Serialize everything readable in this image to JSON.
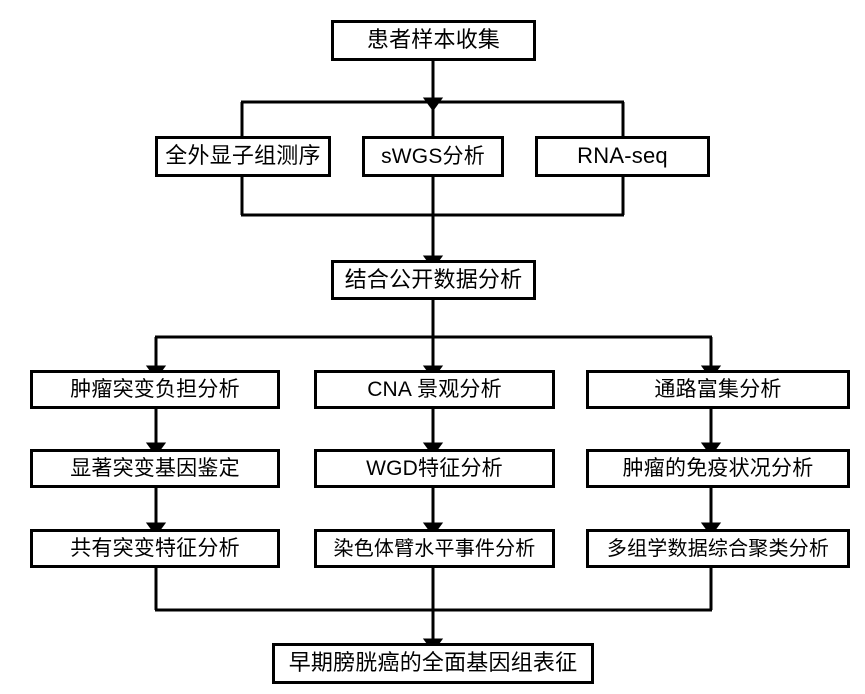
{
  "diagram": {
    "title": "Early bladder cancer multi-omics analysis workflow",
    "type": "flowchart",
    "orientation": "top-to-bottom",
    "background_color": "#ffffff",
    "line_color": "#000000",
    "box_border_color": "#000000",
    "box_fill_color": "#ffffff"
  },
  "nodes": {
    "patient_sample_collection": "患者样本收集",
    "wes": "全外显子组测序",
    "swgs": "sWGS分析",
    "rnaseq": "RNA-seq",
    "public_data": "结合公开数据分析",
    "tmb": "肿瘤突变负担分析",
    "sig_mut_genes": "显著突变基因鉴定",
    "shared_mut_sig": "共有突变特征分析",
    "cna_landscape": "CNA 景观分析",
    "wgd": "WGD特征分析",
    "arm_level": "染色体臂水平事件分析",
    "pathway_enrich": "通路富集分析",
    "immune_status": "肿瘤的免疫状况分析",
    "multiomics_cluster": "多组学数据综合聚类分析",
    "final": "早期膀胱癌的全面基因组表征"
  },
  "edges": [
    {
      "from": "patient_sample_collection",
      "to": "wes",
      "style": "bus-split"
    },
    {
      "from": "patient_sample_collection",
      "to": "swgs",
      "style": "bus-split"
    },
    {
      "from": "patient_sample_collection",
      "to": "rnaseq",
      "style": "bus-split"
    },
    {
      "from": "wes",
      "to": "public_data",
      "style": "bus-merge"
    },
    {
      "from": "swgs",
      "to": "public_data",
      "style": "bus-merge"
    },
    {
      "from": "rnaseq",
      "to": "public_data",
      "style": "bus-merge"
    },
    {
      "from": "public_data",
      "to": "tmb",
      "style": "bus-split-arrow"
    },
    {
      "from": "public_data",
      "to": "cna_landscape",
      "style": "bus-split-arrow"
    },
    {
      "from": "public_data",
      "to": "pathway_enrich",
      "style": "bus-split-arrow"
    },
    {
      "from": "tmb",
      "to": "sig_mut_genes",
      "style": "arrow"
    },
    {
      "from": "sig_mut_genes",
      "to": "shared_mut_sig",
      "style": "arrow"
    },
    {
      "from": "cna_landscape",
      "to": "wgd",
      "style": "arrow"
    },
    {
      "from": "wgd",
      "to": "arm_level",
      "style": "arrow"
    },
    {
      "from": "pathway_enrich",
      "to": "immune_status",
      "style": "arrow"
    },
    {
      "from": "immune_status",
      "to": "multiomics_cluster",
      "style": "arrow"
    },
    {
      "from": "shared_mut_sig",
      "to": "final",
      "style": "bus-merge-arrow"
    },
    {
      "from": "arm_level",
      "to": "final",
      "style": "bus-merge-arrow"
    },
    {
      "from": "multiomics_cluster",
      "to": "final",
      "style": "bus-merge-arrow"
    }
  ]
}
